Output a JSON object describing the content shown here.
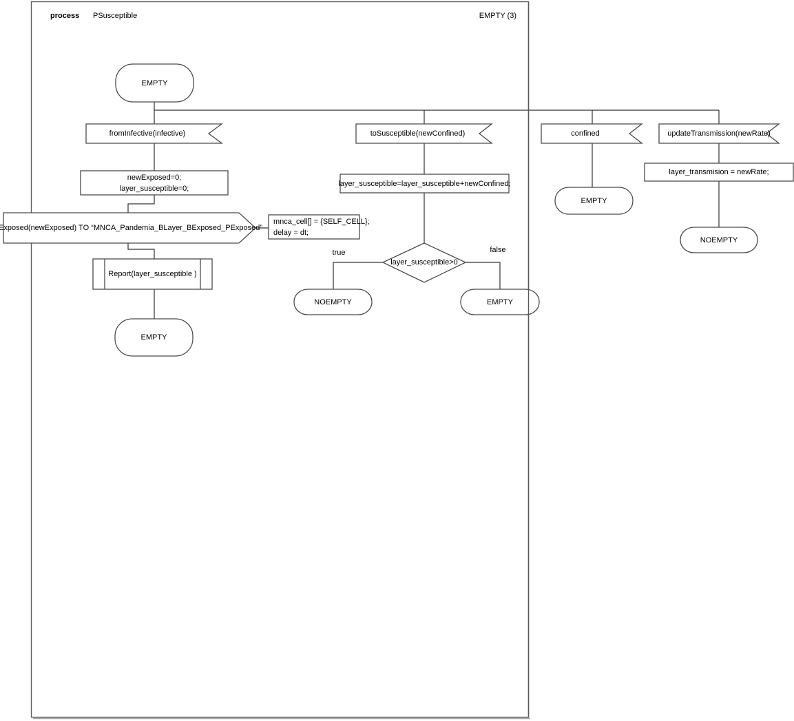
{
  "header": {
    "kind_label": "process",
    "process_name": "PSusceptible",
    "states_annotation": "EMPTY (3)"
  },
  "colors": {
    "shape_stroke": "#4a4a4a",
    "connector_stroke": "#303030",
    "frame_stroke": "#5a5a5a",
    "background": "#ffffff"
  },
  "flow_from_infective": {
    "start_state": "EMPTY",
    "input_signal": "fromInfective(infective)",
    "task_line1": "newExposed=0;",
    "task_line2": "layer_susceptible=0;",
    "output_signal": "toExposed(newExposed) TO “MNCA_Pandemia_BLayer_BExposed_PExposed”",
    "output_comment_line1": "mnca_cell[] = {SELF_CELL};",
    "output_comment_line2": "delay = dt;",
    "procedure_call": "Report(layer_susceptible )",
    "end_state": "EMPTY"
  },
  "flow_to_susceptible": {
    "input_signal": "toSusceptible(newConfined)",
    "task": "layer_susceptible=layer_susceptible+newConfined;",
    "decision": "layer_susceptible>0",
    "branch_true_label": "true",
    "branch_false_label": "false",
    "state_if_true": "NOEMPTY",
    "state_if_false": "EMPTY"
  },
  "flow_confined": {
    "input_signal": "confined",
    "end_state": "EMPTY"
  },
  "flow_update_transmission": {
    "input_signal": "updateTransmission(newRate)",
    "task": "layer_transmision = newRate;",
    "end_state": "NOEMPTY"
  }
}
